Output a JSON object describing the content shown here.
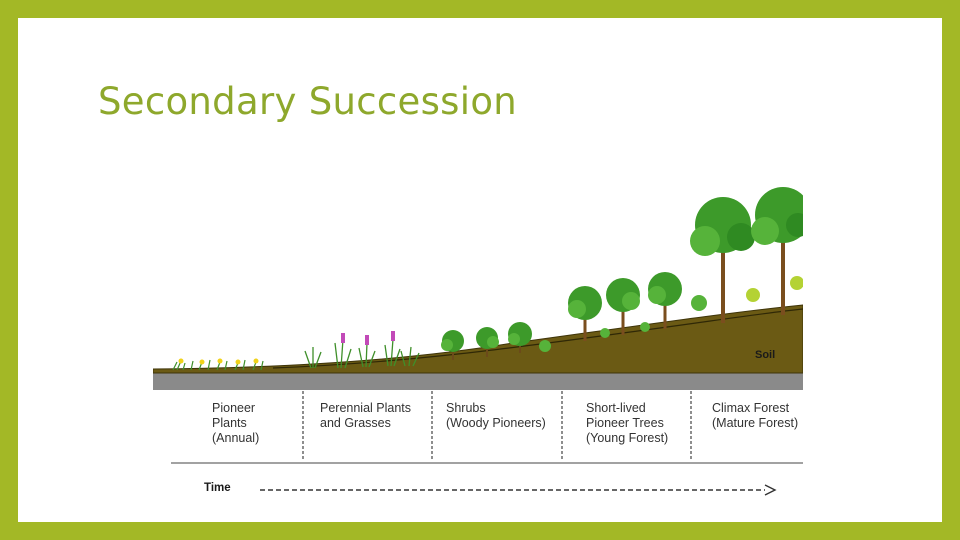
{
  "slide": {
    "title": "Secondary Succession",
    "colors": {
      "frame": "#a3b826",
      "title": "#8ea82c",
      "soil": "#6b5a14",
      "foliage": "#3d9a2a"
    }
  },
  "diagram": {
    "soil_label": "Soil",
    "time_label": "Time",
    "stages": [
      {
        "label": "Pioneer\nPlants\n(Annual)"
      },
      {
        "label": "Perennial Plants\nand Grasses"
      },
      {
        "label": "Shrubs\n(Woody Pioneers)"
      },
      {
        "label": "Short-lived\nPioneer Trees\n(Young Forest)"
      },
      {
        "label": "Climax Forest\n(Mature Forest)"
      }
    ]
  }
}
